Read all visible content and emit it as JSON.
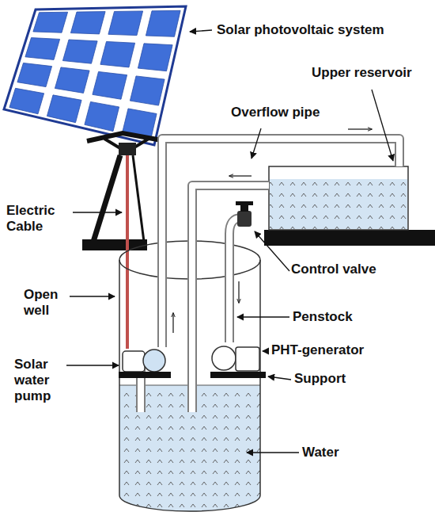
{
  "diagram": {
    "labels": [
      "Solar photovoltaic system",
      "Upper reservoir",
      "Overflow pipe",
      "Electric Cable",
      "Control valve",
      "Open well",
      "Penstock",
      "PHT-generator",
      "Solar water pump",
      "Support",
      "Water"
    ]
  }
}
